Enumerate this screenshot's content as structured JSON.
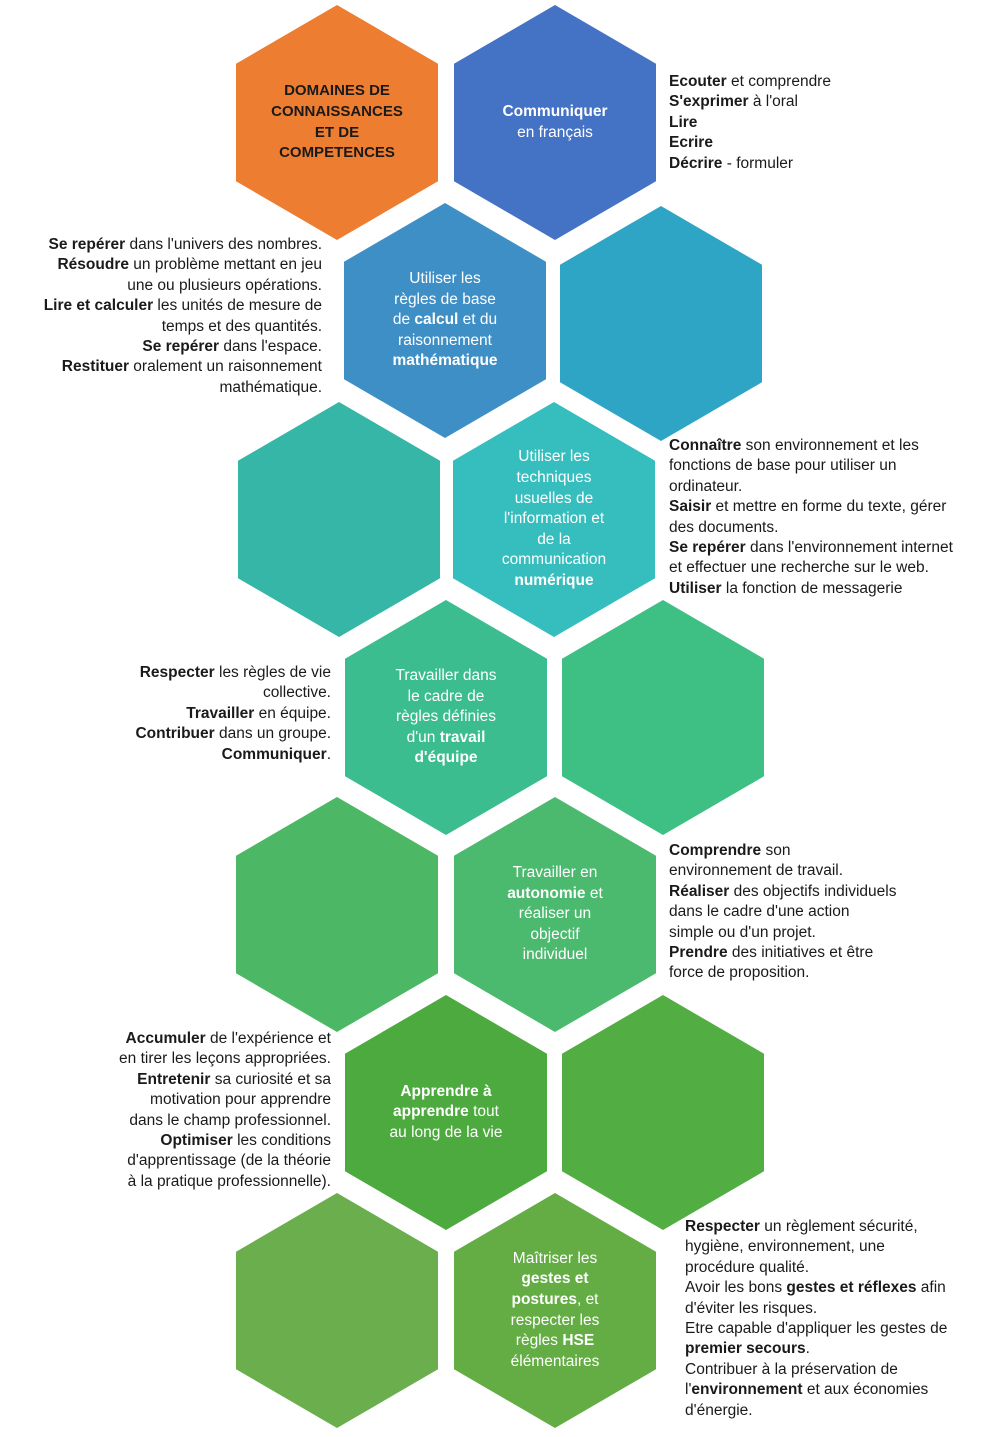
{
  "hexagons": [
    {
      "id": "header",
      "fill": "#ed7d31",
      "labeled": true,
      "label": [
        [
          [
            "DOMAINES DE",
            true
          ]
        ],
        [
          [
            "CONNAISSANCES",
            true
          ]
        ],
        [
          [
            "ET DE",
            true
          ]
        ],
        [
          [
            "COMPETENCES",
            true
          ]
        ]
      ]
    },
    {
      "id": "communiquer",
      "fill": "#4472c4",
      "labeled": true,
      "label": [
        [
          [
            "Communiquer",
            true
          ]
        ],
        [
          [
            "en français",
            false
          ]
        ]
      ]
    },
    {
      "id": "math",
      "fill": "#3f8fc7",
      "labeled": true,
      "label": [
        [
          [
            "Utiliser les",
            false
          ]
        ],
        [
          [
            "règles de base",
            false
          ]
        ],
        [
          [
            "de ",
            false
          ],
          [
            "calcul",
            true
          ],
          [
            " et du",
            false
          ]
        ],
        [
          [
            "raisonnement",
            false
          ]
        ],
        [
          [
            "mathématique",
            true
          ]
        ]
      ]
    },
    {
      "id": "math-companion",
      "fill": "#2fa5c6",
      "labeled": false
    },
    {
      "id": "numerique-companion",
      "fill": "#35b6a6",
      "labeled": false
    },
    {
      "id": "numerique",
      "fill": "#36bdbd",
      "labeled": true,
      "label": [
        [
          [
            "Utiliser les",
            false
          ]
        ],
        [
          [
            "techniques",
            false
          ]
        ],
        [
          [
            "usuelles de",
            false
          ]
        ],
        [
          [
            "l'information et",
            false
          ]
        ],
        [
          [
            "de la",
            false
          ]
        ],
        [
          [
            "communication",
            false
          ]
        ],
        [
          [
            "numérique",
            true
          ]
        ]
      ]
    },
    {
      "id": "equipe",
      "fill": "#3cbd8f",
      "labeled": true,
      "label": [
        [
          [
            "Travailler dans",
            false
          ]
        ],
        [
          [
            "le cadre de",
            false
          ]
        ],
        [
          [
            "règles définies",
            false
          ]
        ],
        [
          [
            "d'un ",
            false
          ],
          [
            "travail",
            true
          ]
        ],
        [
          [
            "d'équipe",
            true
          ]
        ]
      ]
    },
    {
      "id": "equipe-companion",
      "fill": "#3ebf84",
      "labeled": false
    },
    {
      "id": "autonomie-companion",
      "fill": "#4cb866",
      "labeled": false
    },
    {
      "id": "autonomie",
      "fill": "#4bba6f",
      "labeled": true,
      "label": [
        [
          [
            "Travailler en",
            false
          ]
        ],
        [
          [
            "autonomie",
            true
          ],
          [
            " et",
            false
          ]
        ],
        [
          [
            "réaliser un",
            false
          ]
        ],
        [
          [
            "objectif",
            false
          ]
        ],
        [
          [
            "individuel",
            false
          ]
        ]
      ]
    },
    {
      "id": "apprendre",
      "fill": "#4daa3e",
      "labeled": true,
      "label": [
        [
          [
            "Apprendre à",
            true
          ]
        ],
        [
          [
            "apprendre",
            true
          ],
          [
            " tout",
            false
          ]
        ],
        [
          [
            "au long de la vie",
            false
          ]
        ]
      ]
    },
    {
      "id": "apprendre-companion",
      "fill": "#52ad42",
      "labeled": false
    },
    {
      "id": "hse-companion",
      "fill": "#6aae4d",
      "labeled": false
    },
    {
      "id": "hse",
      "fill": "#63ad44",
      "labeled": true,
      "label": [
        [
          [
            "Maîtriser les",
            false
          ]
        ],
        [
          [
            "gestes et",
            true
          ]
        ],
        [
          [
            "postures",
            true
          ],
          [
            ", et",
            false
          ]
        ],
        [
          [
            "respecter les",
            false
          ]
        ],
        [
          [
            "règles ",
            false
          ],
          [
            "HSE",
            true
          ]
        ],
        [
          [
            "élémentaires",
            false
          ]
        ]
      ]
    }
  ],
  "descriptions": [
    {
      "id": "communiquer",
      "lines": [
        [
          [
            "Ecouter",
            true
          ],
          [
            " et comprendre",
            false
          ]
        ],
        [
          [
            "S'exprimer",
            true
          ],
          [
            " à l'oral",
            false
          ]
        ],
        [
          [
            "Lire",
            true
          ]
        ],
        [
          [
            "Ecrire",
            true
          ]
        ],
        [
          [
            "Décrire",
            true
          ],
          [
            " - formuler",
            false
          ]
        ]
      ]
    },
    {
      "id": "math",
      "lines": [
        [
          [
            "Se repérer",
            true
          ],
          [
            " dans l'univers des nombres.",
            false
          ]
        ],
        [
          [
            "Résoudre",
            true
          ],
          [
            " un problème mettant  en jeu",
            false
          ]
        ],
        [
          [
            "une ou plusieurs  opérations.",
            false
          ]
        ],
        [
          [
            "Lire et calculer",
            true
          ],
          [
            " les unités de mesure de",
            false
          ]
        ],
        [
          [
            "temps et des quantités.",
            false
          ]
        ],
        [
          [
            "Se repérer",
            true
          ],
          [
            " dans l'espace.",
            false
          ]
        ],
        [
          [
            "Restituer",
            true
          ],
          [
            " oralement un raisonnement",
            false
          ]
        ],
        [
          [
            "mathématique.",
            false
          ]
        ]
      ]
    },
    {
      "id": "numerique",
      "lines": [
        [
          [
            "Connaître",
            true
          ],
          [
            " son environnement et les",
            false
          ]
        ],
        [
          [
            "fonctions de base pour utiliser un",
            false
          ]
        ],
        [
          [
            "ordinateur.",
            false
          ]
        ],
        [
          [
            "Saisir",
            true
          ],
          [
            " et mettre en forme du texte, gérer",
            false
          ]
        ],
        [
          [
            "des documents.",
            false
          ]
        ],
        [
          [
            "Se repérer",
            true
          ],
          [
            " dans l'environnement internet",
            false
          ]
        ],
        [
          [
            "et effectuer une recherche sur le web.",
            false
          ]
        ],
        [
          [
            "Utiliser",
            true
          ],
          [
            " la fonction de messagerie",
            false
          ]
        ]
      ]
    },
    {
      "id": "equipe",
      "lines": [
        [
          [
            "Respecter",
            true
          ],
          [
            " les règles de vie",
            false
          ]
        ],
        [
          [
            "collective.",
            false
          ]
        ],
        [
          [
            "Travailler",
            true
          ],
          [
            " en équipe.",
            false
          ]
        ],
        [
          [
            "Contribuer",
            true
          ],
          [
            " dans un groupe.",
            false
          ]
        ],
        [
          [
            "Communiquer",
            true
          ],
          [
            ".",
            false
          ]
        ]
      ]
    },
    {
      "id": "autonomie",
      "lines": [
        [
          [
            "Comprendre",
            true
          ],
          [
            " son",
            false
          ]
        ],
        [
          [
            "environnement de travail.",
            false
          ]
        ],
        [
          [
            "Réaliser",
            true
          ],
          [
            " des objectifs individuels",
            false
          ]
        ],
        [
          [
            "dans le cadre d'une action",
            false
          ]
        ],
        [
          [
            "simple ou d'un projet.",
            false
          ]
        ],
        [
          [
            "Prendre",
            true
          ],
          [
            " des initiatives et être",
            false
          ]
        ],
        [
          [
            "force de proposition.",
            false
          ]
        ]
      ]
    },
    {
      "id": "apprendre",
      "lines": [
        [
          [
            "Accumuler",
            true
          ],
          [
            " de l'expérience et",
            false
          ]
        ],
        [
          [
            "en tirer les leçons appropriées.",
            false
          ]
        ],
        [
          [
            "Entretenir",
            true
          ],
          [
            " sa curiosité et sa",
            false
          ]
        ],
        [
          [
            "motivation pour apprendre",
            false
          ]
        ],
        [
          [
            "dans le champ professionnel.",
            false
          ]
        ],
        [
          [
            "Optimiser",
            true
          ],
          [
            " les conditions",
            false
          ]
        ],
        [
          [
            "d'apprentissage (de la théorie",
            false
          ]
        ],
        [
          [
            "à la pratique professionnelle).",
            false
          ]
        ]
      ]
    },
    {
      "id": "hse",
      "lines": [
        [
          [
            "Respecter",
            true
          ],
          [
            " un règlement sécurité,",
            false
          ]
        ],
        [
          [
            "hygiène, environnement, une",
            false
          ]
        ],
        [
          [
            "procédure qualité.",
            false
          ]
        ],
        [
          [
            "Avoir les bons ",
            false
          ],
          [
            "gestes et réflexes",
            true
          ],
          [
            " afin",
            false
          ]
        ],
        [
          [
            "d'éviter les risques.",
            false
          ]
        ],
        [
          [
            "Etre capable d'appliquer les gestes de",
            false
          ]
        ],
        [
          [
            "premier secours",
            true
          ],
          [
            ".",
            false
          ]
        ],
        [
          [
            "Contribuer à la préservation de",
            false
          ]
        ],
        [
          [
            "l'",
            false
          ],
          [
            "environnement",
            true
          ],
          [
            " et aux économies",
            false
          ]
        ],
        [
          [
            "d'énergie.",
            false
          ]
        ]
      ]
    }
  ]
}
